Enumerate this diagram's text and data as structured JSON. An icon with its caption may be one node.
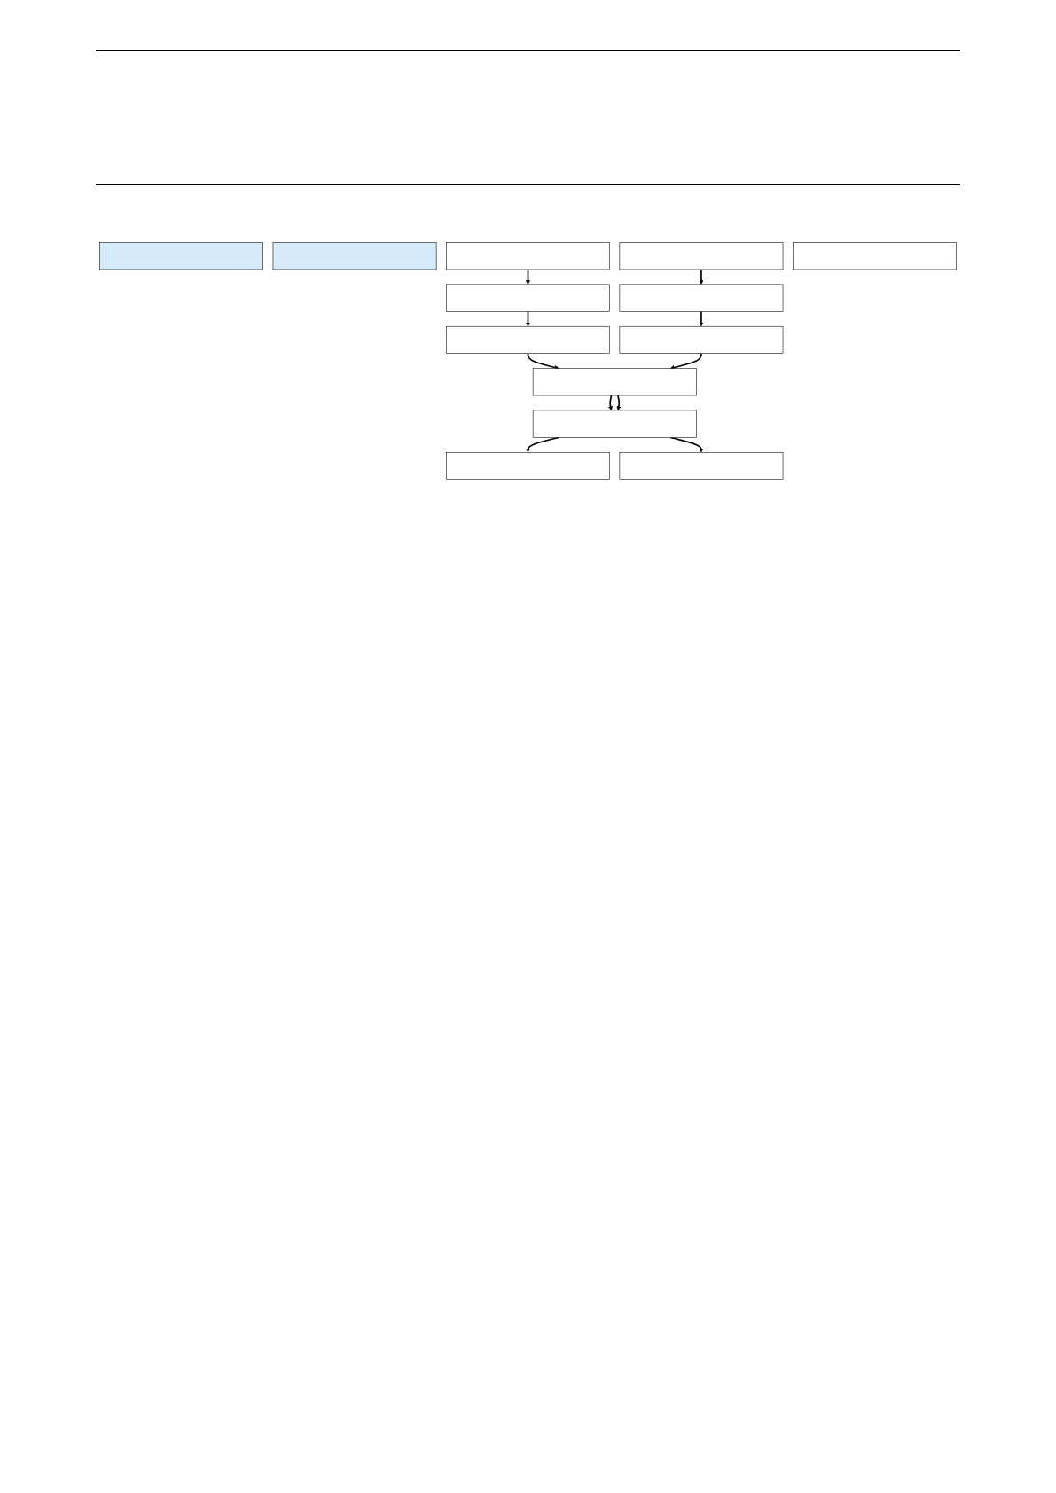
{
  "diagram": {
    "nodes": [
      {
        "text": [],
        "shape": "box"
      },
      {
        "text": [],
        "shape": "box"
      },
      {
        "text": [],
        "shape": "box"
      },
      {
        "text": [],
        "shape": "box"
      },
      {
        "text": [],
        "shape": "box"
      },
      {
        "text": [],
        "shape": "box"
      },
      {
        "text": [],
        "shape": "box"
      },
      {
        "text": [],
        "shape": "box"
      },
      {
        "text": [],
        "shape": "box"
      },
      {
        "text": [],
        "shape": "box"
      },
      {
        "text": [],
        "shape": "box"
      },
      {
        "text": [],
        "shape": "box"
      },
      {
        "text": [],
        "shape": "box"
      }
    ],
    "edges": [
      {
        "from": 2,
        "to": 4,
        "arrow": "to"
      },
      {
        "from": 3,
        "to": 5,
        "arrow": "to"
      },
      {
        "from": 4,
        "to": 6,
        "arrow": "to"
      },
      {
        "from": 5,
        "to": 7,
        "arrow": "to"
      },
      {
        "from": 6,
        "to": 8,
        "arrow": "to"
      },
      {
        "from": 7,
        "to": 8,
        "arrow": "to"
      },
      {
        "from": 8,
        "to": 9,
        "arrow": "to"
      },
      {
        "from": 8,
        "to": 9,
        "arrow": "to"
      },
      {
        "from": 9,
        "to": 10,
        "arrow": "to"
      },
      {
        "from": 9,
        "to": 11,
        "arrow": "to"
      }
    ]
  }
}
